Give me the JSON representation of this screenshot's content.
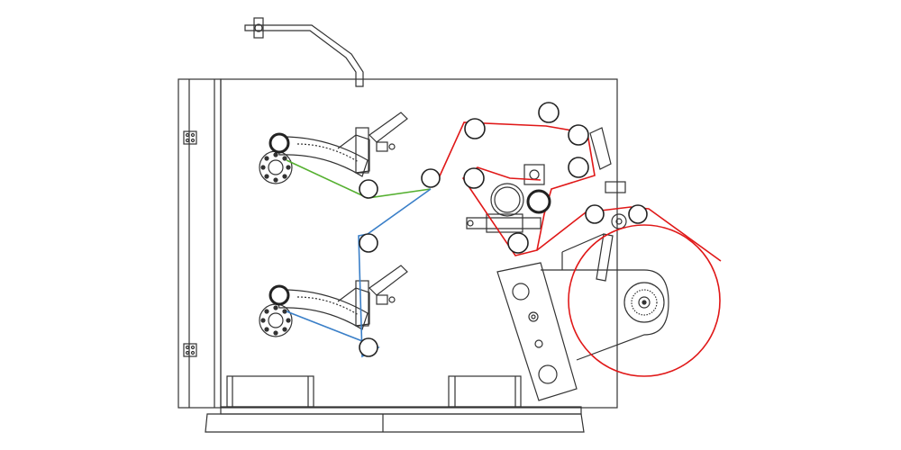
{
  "colors": {
    "outline": "#333333",
    "frame_fill": "#ffffff",
    "web_unwind_top": "#55b030",
    "web_unwind_bottom": "#3a7fc8",
    "web_main": "#e01818"
  },
  "diagram": {
    "rollers": [
      {
        "id": "upper-unwind-guide",
        "thick": true
      },
      {
        "id": "upper-unwind-lower",
        "thick": false
      },
      {
        "id": "upper-guide-mid",
        "thick": false
      },
      {
        "id": "middle-transfer",
        "thick": false
      },
      {
        "id": "lower-unwind-guide",
        "thick": true
      },
      {
        "id": "lower-unwind-lower",
        "thick": false
      },
      {
        "id": "top-left",
        "thick": false
      },
      {
        "id": "top-right",
        "thick": false
      },
      {
        "id": "right-upper",
        "thick": false
      },
      {
        "id": "right-lower",
        "thick": false
      },
      {
        "id": "center-left",
        "thick": false
      },
      {
        "id": "drum-right",
        "thick": true
      },
      {
        "id": "tension",
        "thick": false
      },
      {
        "id": "rewind-left",
        "thick": false
      },
      {
        "id": "rewind-right",
        "thick": false
      }
    ],
    "unwind_hubs": [
      "upper-unwind-hub",
      "lower-unwind-hub"
    ],
    "rewind_roll": "large-rewind-roll"
  }
}
